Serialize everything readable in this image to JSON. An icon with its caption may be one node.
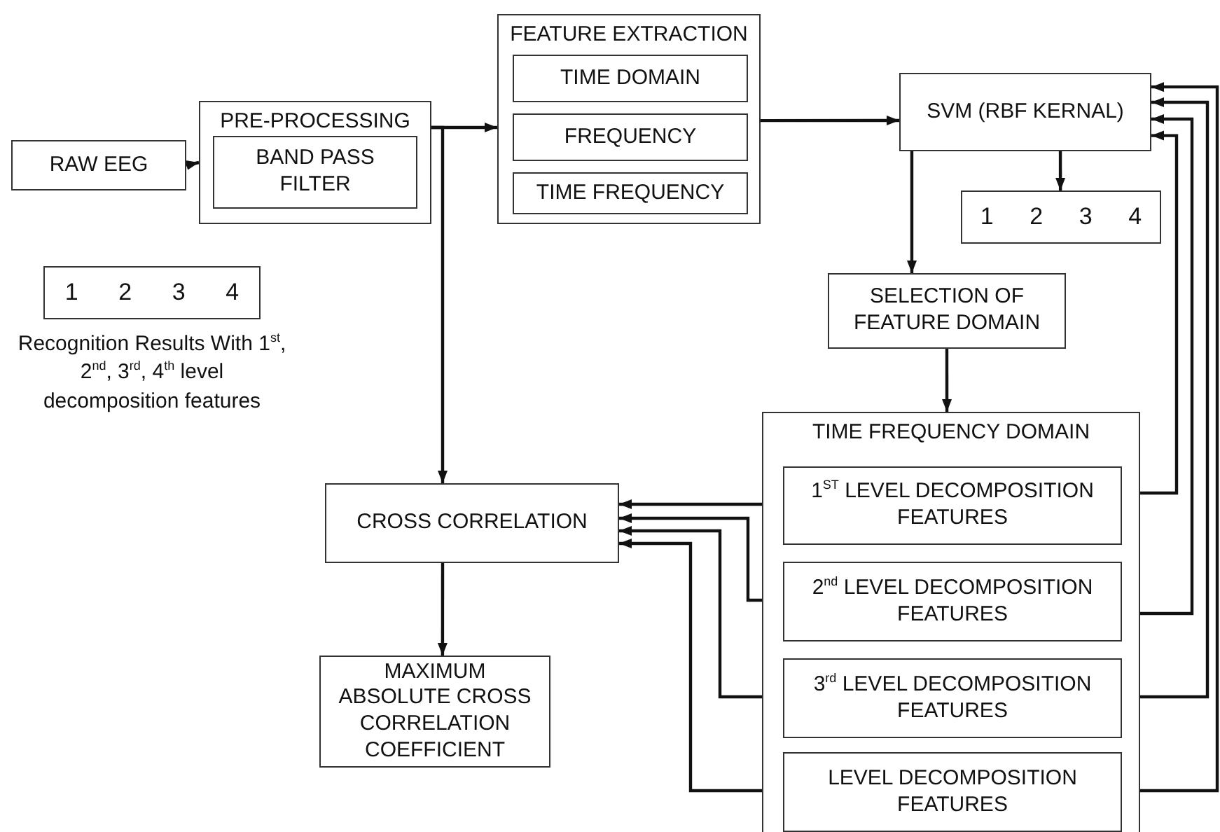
{
  "diagram": {
    "nodes": [
      {
        "text": [
          "RAW EEG"
        ]
      },
      {
        "text": [
          "PRE-PROCESSING"
        ]
      },
      {
        "text": [
          "BAND PASS FILTER"
        ],
        "in": 1
      },
      {
        "text": [
          "FEATURE EXTRACTION"
        ]
      },
      {
        "text": [
          "TIME DOMAIN"
        ],
        "in": 3
      },
      {
        "text": [
          "FREQUENCY"
        ],
        "in": 3
      },
      {
        "text": [
          "TIME FREQUENCY"
        ],
        "in": 3
      },
      {
        "text": [
          "SVM (RBF KERNAL)"
        ]
      },
      {
        "text": [
          "1",
          "2",
          "3",
          "4"
        ]
      },
      {
        "text": [
          "1",
          "2",
          "3",
          "4"
        ],
        "beside": [
          "Recognition Results With 1$^{st}$, 2$^{nd}$, 3$^{rd}$, 4$^{th}$ level decomposition features"
        ]
      },
      {
        "text": [
          "SELECTION OF FEATURE DOMAIN"
        ]
      },
      {
        "text": [
          "TIME FREQUENCY DOMAIN"
        ]
      },
      {
        "text": [
          "1$^{ST}$ LEVEL DECOMPOSITION FEATURES"
        ],
        "in": 11
      },
      {
        "text": [
          "2$^{nd}$ LEVEL DECOMPOSITION FEATURES"
        ],
        "in": 11
      },
      {
        "text": [
          "3$^{rd}$ LEVEL DECOMPOSITION FEATURES"
        ],
        "in": 11
      },
      {
        "text": [
          "LEVEL DECOMPOSITION FEATURES"
        ],
        "in": 11
      },
      {
        "text": [
          "CROSS CORRELATION"
        ]
      },
      {
        "text": [
          "MAXIMUM ABSOLUTE CROSS CORRELATION COEFFICIENT"
        ]
      }
    ],
    "edges": [
      {
        "from": 0,
        "to": 1,
        "arrow": "to"
      },
      {
        "from": 1,
        "to": 3,
        "arrow": "to"
      },
      {
        "from": 1,
        "to": 16,
        "arrow": "to"
      },
      {
        "from": 3,
        "to": 7,
        "arrow": "to"
      },
      {
        "from": 7,
        "to": 8,
        "arrow": "to"
      },
      {
        "from": 7,
        "to": 10,
        "arrow": "to"
      },
      {
        "from": 10,
        "to": 11,
        "arrow": "to"
      },
      {
        "from": 12,
        "to": 16,
        "arrow": "to"
      },
      {
        "from": 13,
        "to": 16,
        "arrow": "to"
      },
      {
        "from": 14,
        "to": 16,
        "arrow": "to"
      },
      {
        "from": 15,
        "to": 16,
        "arrow": "to"
      },
      {
        "from": 12,
        "to": 7,
        "arrow": "to"
      },
      {
        "from": 13,
        "to": 7,
        "arrow": "to"
      },
      {
        "from": 14,
        "to": 7,
        "arrow": "to"
      },
      {
        "from": 15,
        "to": 7,
        "arrow": "to"
      },
      {
        "from": 16,
        "to": 17,
        "arrow": "to"
      }
    ]
  }
}
